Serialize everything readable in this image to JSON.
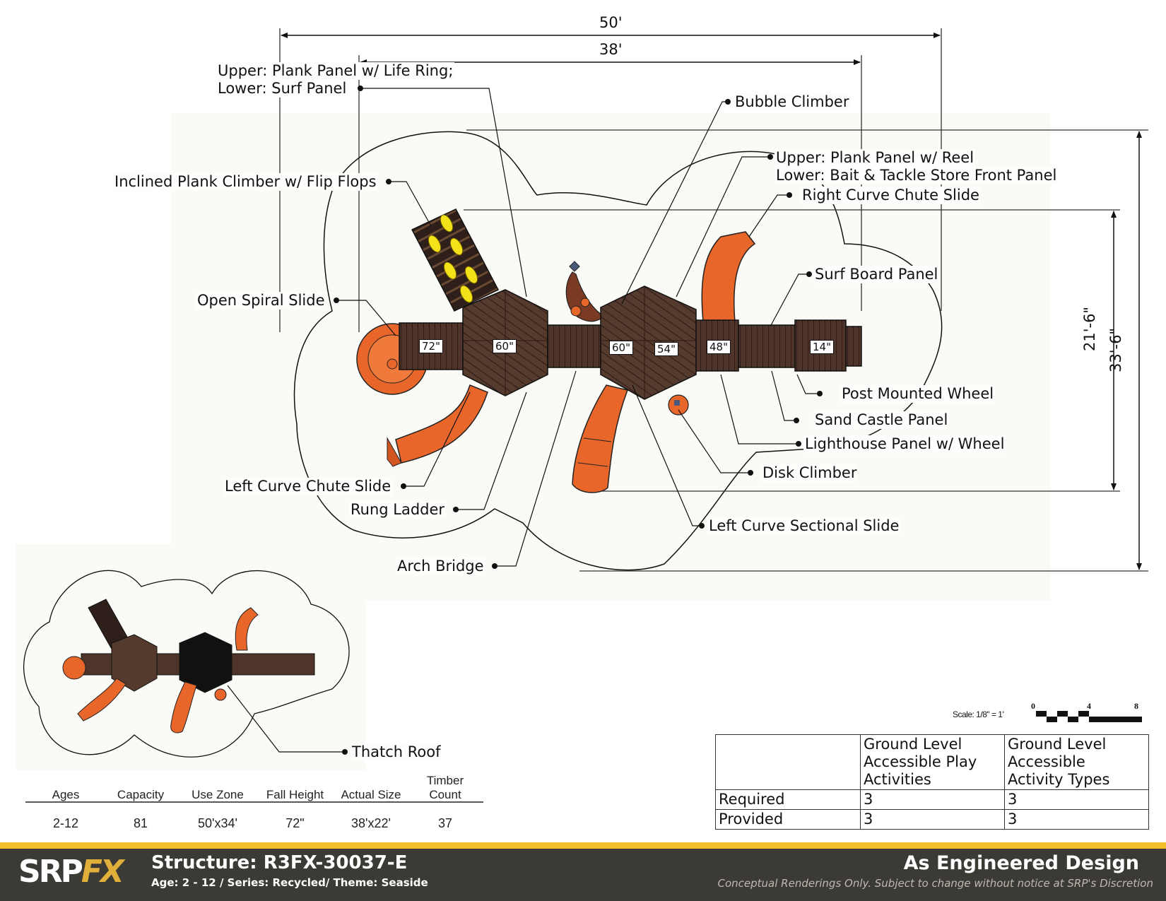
{
  "dimensions": {
    "overall_width": "50'",
    "structure_width": "38'",
    "structure_depth": "21'-6\"",
    "overall_depth": "33'-6\""
  },
  "callouts": {
    "plank_panel_life_ring": [
      "Upper: Plank Panel w/ Life Ring;",
      "Lower: Surf Panel"
    ],
    "bubble_climber": "Bubble Climber",
    "plank_panel_reel": [
      "Upper: Plank Panel w/ Reel",
      "Lower: Bait & Tackle Store Front Panel"
    ],
    "inclined_plank_climber": "Inclined Plank Climber w/ Flip Flops",
    "right_curve_chute_slide": "Right Curve Chute Slide",
    "surf_board_panel": "Surf Board Panel",
    "open_spiral_slide": "Open Spiral Slide",
    "post_mounted_wheel": "Post Mounted Wheel",
    "sand_castle_panel": "Sand Castle Panel",
    "lighthouse_panel": "Lighthouse Panel w/ Wheel",
    "left_curve_chute_slide": "Left Curve Chute Slide",
    "disk_climber": "Disk Climber",
    "rung_ladder": "Rung Ladder",
    "left_curve_sectional_slide": "Left Curve Sectional Slide",
    "arch_bridge": "Arch Bridge",
    "thatch_roof": "Thatch Roof"
  },
  "deck_heights": [
    "72\"",
    "60\"",
    "60\"",
    "54\"",
    "48\"",
    "14\""
  ],
  "scale": {
    "label": "Scale: 1/8\" = 1'",
    "ticks": [
      "0",
      "4",
      "8"
    ]
  },
  "specs": {
    "headers": [
      "Ages",
      "Capacity",
      "Use Zone",
      "Fall Height",
      "Actual Size",
      "Timber Count"
    ],
    "values": [
      "2-12",
      "81",
      "50'x34'",
      "72\"",
      "38'x22'",
      "37"
    ]
  },
  "accessibility_table": {
    "columns": [
      "",
      "Ground Level Accessible Play Activities",
      "Ground Level Accessible Activity Types"
    ],
    "rows": [
      {
        "label": "Required",
        "play_activities": "3",
        "activity_types": "3"
      },
      {
        "label": "Provided",
        "play_activities": "3",
        "activity_types": "3"
      }
    ]
  },
  "footer": {
    "logo": "SRPFX",
    "logo_srp": "SRP",
    "logo_fx": "FX",
    "structure": "Structure: R3FX-30037-E",
    "subtitle": "Age: 2 - 12 / Series: Recycled/ Theme: Seaside",
    "design_type": "As Engineered Design",
    "disclaimer": "Conceptual Renderings Only. Subject to change without notice at SRP's Discretion"
  },
  "colors": {
    "footer_bg": "#3c3a35",
    "footer_stripe": "#f2be2a",
    "logo_gold": "#e1b03a",
    "deck_brown": "#4e342a",
    "slide_orange": "#e8662a",
    "flip_flop_yellow": "#f3e21a"
  }
}
